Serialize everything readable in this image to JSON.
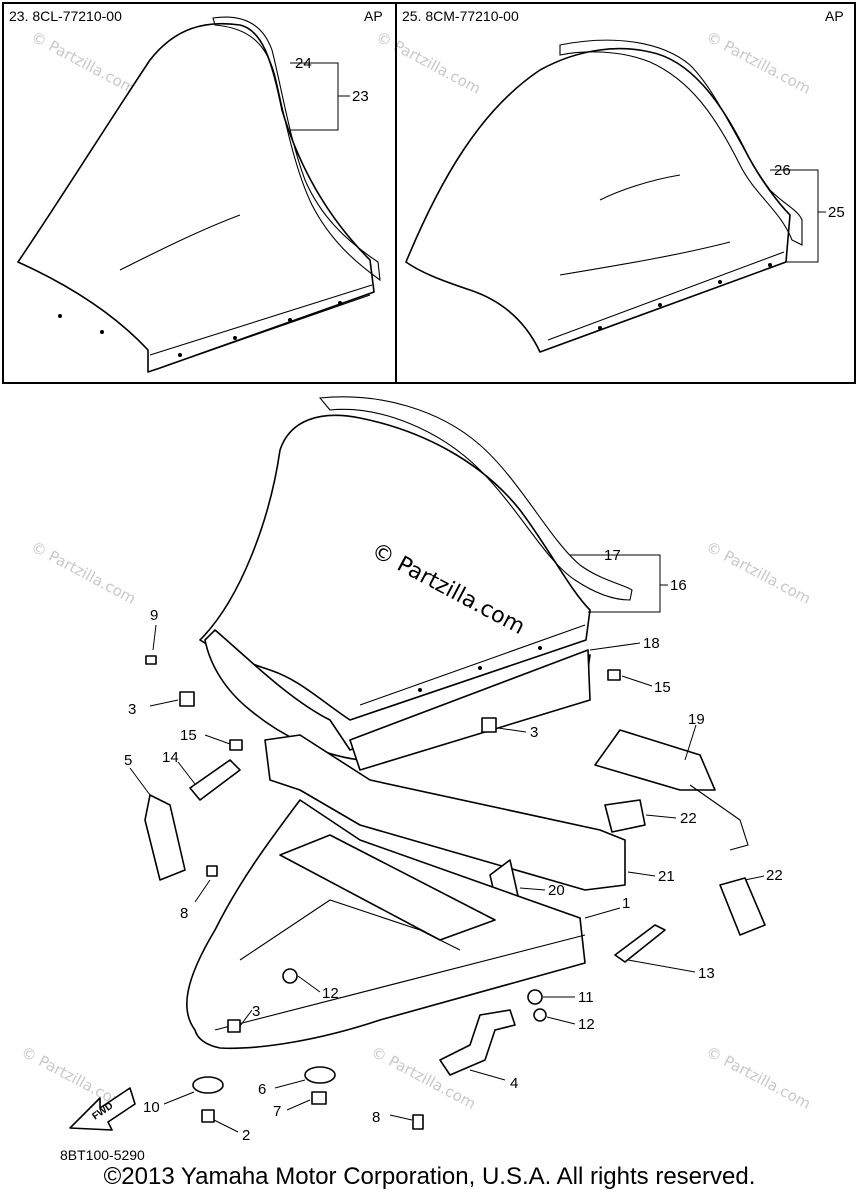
{
  "panels": [
    {
      "header": "23. 8CL-77210-00",
      "tag": "AP"
    },
    {
      "header": "25. 8CM-77210-00",
      "tag": "AP"
    }
  ],
  "labels": {
    "p23": "23",
    "p24": "24",
    "p25": "25",
    "p26": "26",
    "p16": "16",
    "p17": "17",
    "p18": "18",
    "p15a": "15",
    "p15b": "15",
    "p9": "9",
    "p3a": "3",
    "p3b": "3",
    "p3c": "3",
    "p14": "14",
    "p19": "19",
    "p5": "5",
    "p22a": "22",
    "p22b": "22",
    "p21": "21",
    "p20": "20",
    "p8a": "8",
    "p8b": "8",
    "p1": "1",
    "p13": "13",
    "p12a": "12",
    "p12b": "12",
    "p11": "11",
    "p4": "4",
    "p6": "6",
    "p7": "7",
    "p10": "10",
    "p2": "2"
  },
  "watermark": "© Partzilla.com",
  "center_watermark": "© Partzilla.com",
  "fwd_label": "FWD",
  "diagram_code": "8BT100-5290",
  "copyright": "©2013  Yamaha Motor Corporation, U.S.A. All rights reserved."
}
